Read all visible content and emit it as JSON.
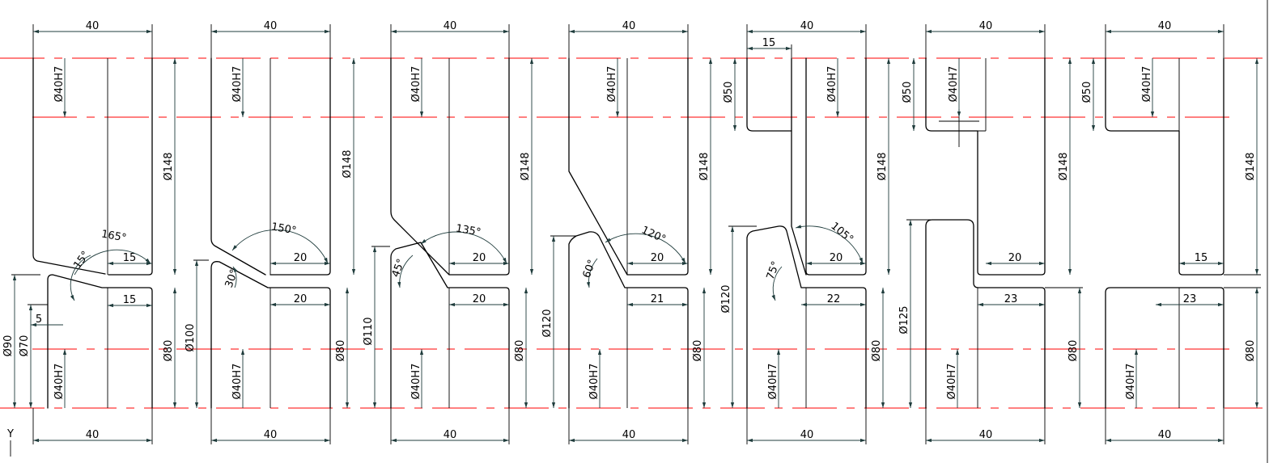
{
  "colors": {
    "outline": "#000000",
    "dimension": "#1f3c3c",
    "center_line": "#ff0000",
    "background": "#ffffff"
  },
  "axis_label": "Y",
  "parts": [
    {
      "top_width": "40",
      "bottom_width": "40",
      "bore_top": "Ø40H7",
      "bore_bottom": "Ø40H7",
      "right_top": "Ø148",
      "right_bottom": "Ø80",
      "angle": "165°",
      "small_angle": "15°",
      "upper_step": "15",
      "lower_step": "15",
      "left_dims": [
        "Ø90",
        "Ø70"
      ],
      "offset": "5"
    },
    {
      "top_width": "40",
      "bottom_width": "40",
      "bore_top": "Ø40H7",
      "bore_bottom": "Ø40H7",
      "right_top": "Ø148",
      "right_bottom": "Ø80",
      "angle": "150°",
      "small_angle": "30°",
      "upper_step": "20",
      "lower_step": "20",
      "left_dims": [
        "Ø100"
      ]
    },
    {
      "top_width": "40",
      "bottom_width": "40",
      "bore_top": "Ø40H7",
      "bore_bottom": "Ø40H7",
      "right_top": "Ø148",
      "right_bottom": "Ø80",
      "angle": "135°",
      "small_angle": "45°",
      "upper_step": "20",
      "lower_step": "20",
      "left_dims": [
        "Ø110"
      ]
    },
    {
      "top_width": "40",
      "bottom_width": "40",
      "bore_top": "Ø40H7",
      "bore_bottom": "Ø40H7",
      "right_top": "Ø148",
      "right_bottom": "Ø80",
      "angle": "120°",
      "small_angle": "60°",
      "upper_step": "20",
      "lower_step": "21",
      "left_dims": [
        "Ø120"
      ]
    },
    {
      "top_width": "40",
      "bottom_width": "40",
      "bore_top": "Ø40H7",
      "bore_bottom": "Ø40H7",
      "right_top": "Ø148",
      "right_bottom": "Ø80",
      "angle": "105°",
      "small_angle": "75°",
      "upper_step": "20",
      "lower_step": "22",
      "left_dims": [
        "Ø120"
      ],
      "left_top_dim": "Ø50",
      "top_offset": "15"
    },
    {
      "top_width": "40",
      "bottom_width": "40",
      "bore_top": "Ø40H7",
      "bore_bottom": "Ø40H7",
      "right_top": "Ø148",
      "right_bottom": "Ø80",
      "upper_step": "20",
      "lower_step": "23",
      "left_dims": [
        "Ø125"
      ],
      "left_top_dim": "Ø50"
    },
    {
      "top_width": "40",
      "bottom_width": "40",
      "bore_top": "Ø40H7",
      "bore_bottom": "Ø40H7",
      "right_top": "Ø148",
      "right_bottom": "Ø80",
      "upper_step": "15",
      "lower_step": "23",
      "left_top_dim": "Ø50"
    }
  ]
}
